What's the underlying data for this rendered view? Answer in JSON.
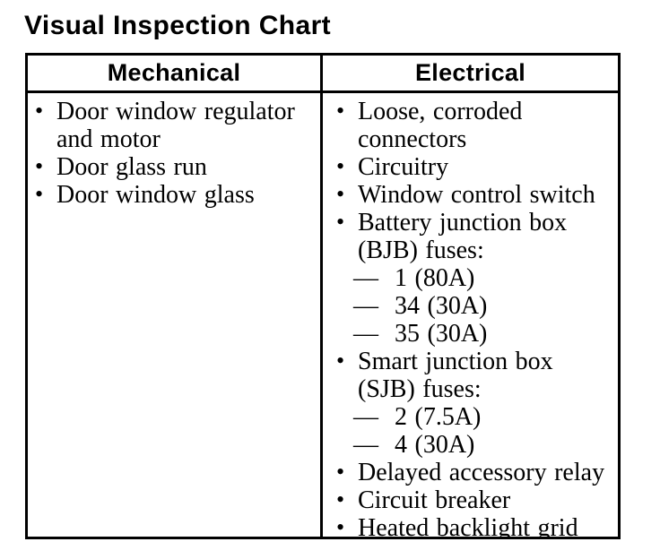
{
  "page": {
    "title": "Visual Inspection Chart"
  },
  "markers": {
    "bullet": "•",
    "dash": "—"
  },
  "colors": {
    "ink": "#000000",
    "paper": "#ffffff"
  },
  "table": {
    "columns": [
      {
        "header": "Mechanical",
        "items": [
          {
            "type": "bullet",
            "text": "Door window regulator and motor"
          },
          {
            "type": "bullet",
            "text": "Door glass run"
          },
          {
            "type": "bullet",
            "text": "Door window glass"
          }
        ]
      },
      {
        "header": "Electrical",
        "items": [
          {
            "type": "bullet",
            "text": "Loose, corroded connectors"
          },
          {
            "type": "bullet",
            "text": "Circuitry"
          },
          {
            "type": "bullet",
            "text": "Window control switch"
          },
          {
            "type": "bullet",
            "text": "Battery junction box (BJB) fuses:"
          },
          {
            "type": "dash",
            "text": "1 (80A)"
          },
          {
            "type": "dash",
            "text": "34 (30A)"
          },
          {
            "type": "dash",
            "text": "35 (30A)"
          },
          {
            "type": "bullet",
            "text": "Smart junction box (SJB) fuses:"
          },
          {
            "type": "dash",
            "text": "2 (7.5A)"
          },
          {
            "type": "dash",
            "text": "4 (30A)"
          },
          {
            "type": "bullet",
            "text": "Delayed accessory relay"
          },
          {
            "type": "bullet",
            "text": "Circuit breaker"
          },
          {
            "type": "bullet",
            "text": "Heated backlight grid"
          }
        ]
      }
    ]
  }
}
